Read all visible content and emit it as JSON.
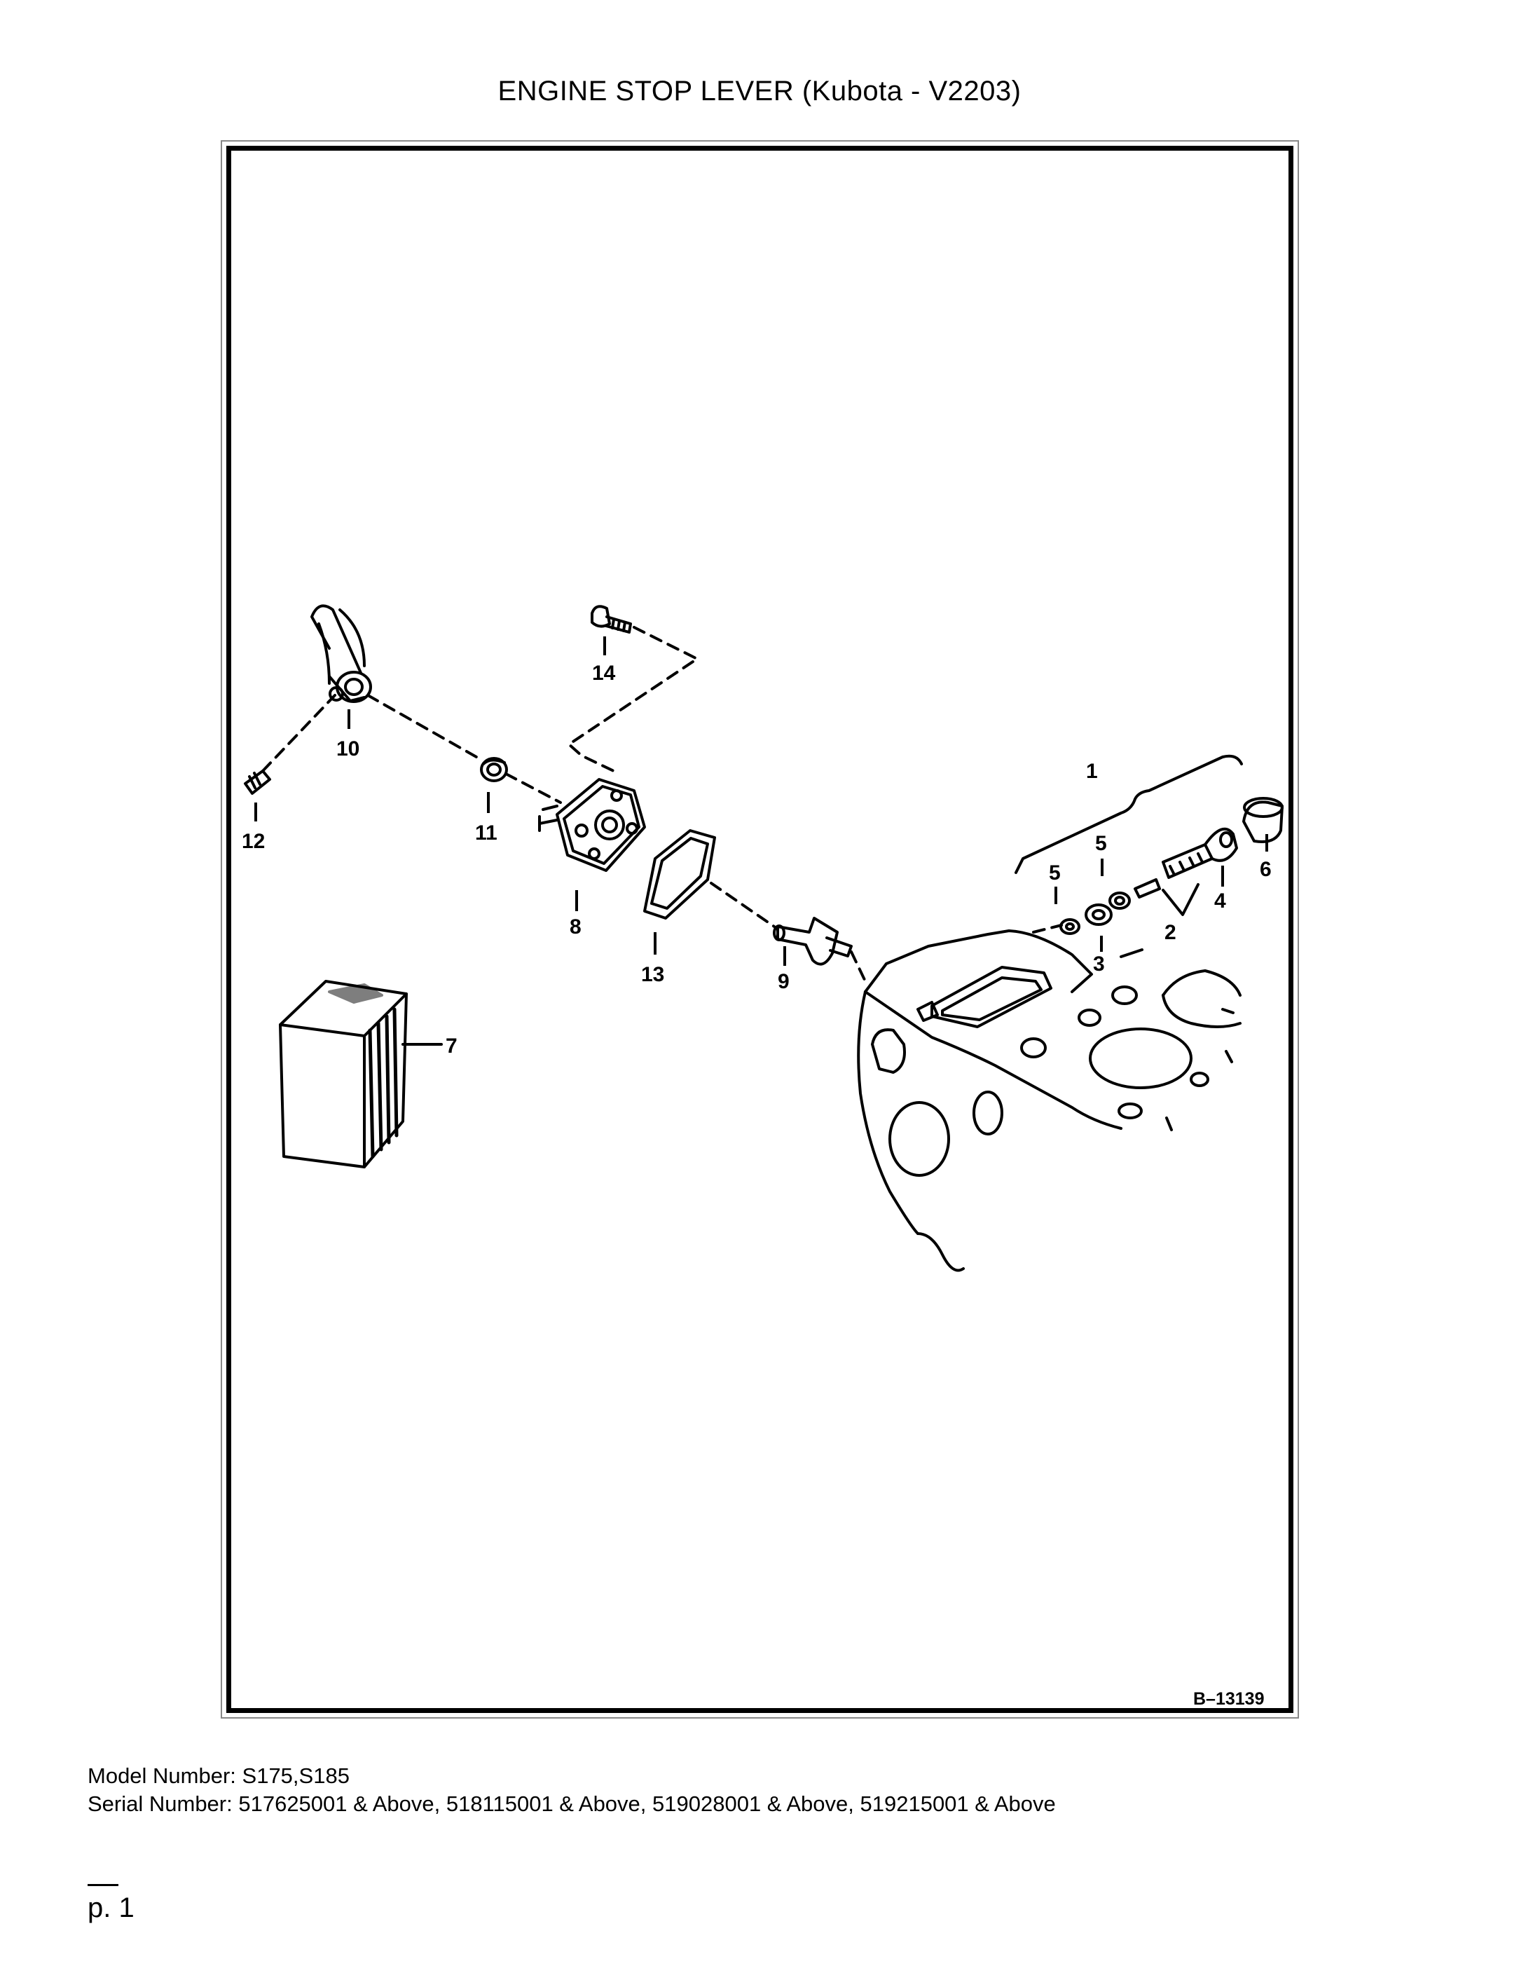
{
  "document": {
    "title": "ENGINE STOP LEVER (Kubota - V2203)",
    "figure_id": "B–13139",
    "callouts": [
      "1",
      "2",
      "3",
      "4",
      "5",
      "5",
      "6",
      "7",
      "8",
      "9",
      "10",
      "11",
      "12",
      "13",
      "14"
    ],
    "model_number": "Model Number: S175,S185",
    "serial_number": "Serial Number: 517625001 & Above, 518115001 & Above, 519028001 & Above, 519215001 & Above",
    "page": "p. 1"
  }
}
